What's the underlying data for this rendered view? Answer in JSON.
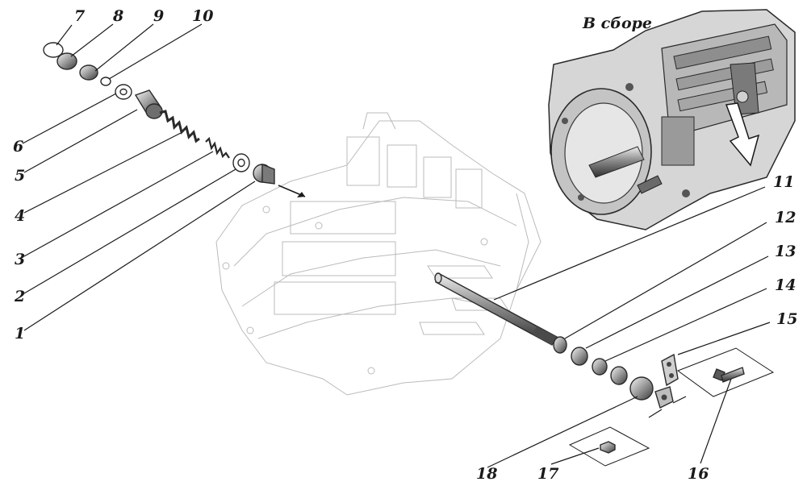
{
  "assembly_label": "В сборе",
  "callouts": [
    "1",
    "2",
    "3",
    "4",
    "5",
    "6",
    "7",
    "8",
    "9",
    "10",
    "11",
    "12",
    "13",
    "14",
    "15",
    "16",
    "17",
    "18"
  ],
  "colors": {
    "ink": "#1a1a1a",
    "ghost": "#b9bcb8",
    "paper": "#ffffff"
  }
}
